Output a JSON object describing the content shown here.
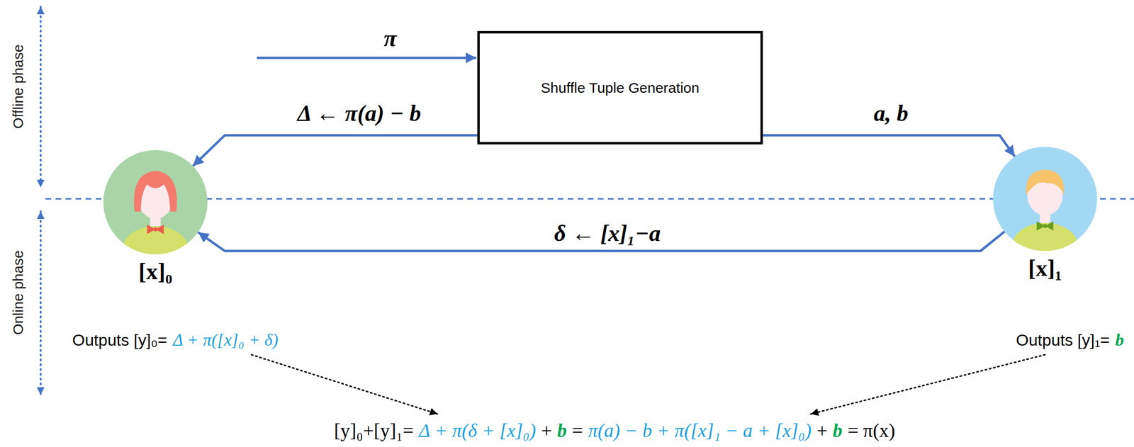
{
  "diagram": {
    "nodes": [
      {
        "text": [
          "Shuffle Tuple Generation"
        ]
      },
      {
        "text": [
          "[x]₀"
        ]
      },
      {
        "text": [
          "[x]₁"
        ]
      }
    ],
    "edges": [
      {
        "from": 0,
        "to": 1,
        "label": "Δ ← π(a) − b",
        "arrow": "to"
      },
      {
        "from": 0,
        "to": 2,
        "label": "a, b",
        "arrow": "to"
      },
      {
        "from": 2,
        "to": 1,
        "label": "δ ← [x]₁−a",
        "arrow": "to"
      }
    ],
    "labels": [
      "Offline phase",
      "Online phase",
      "π",
      "Outputs [y]₀=",
      "Δ + π([x]₀ + δ)",
      "Outputs [y]₁=",
      "b",
      "[y]₀+[y]₁=",
      "Δ + π(δ + [x]₀)",
      "+",
      "b",
      "=",
      "π(a) − b + π([x]₁ − a + [x]₀)",
      "+",
      "b",
      "= π(x)"
    ]
  }
}
